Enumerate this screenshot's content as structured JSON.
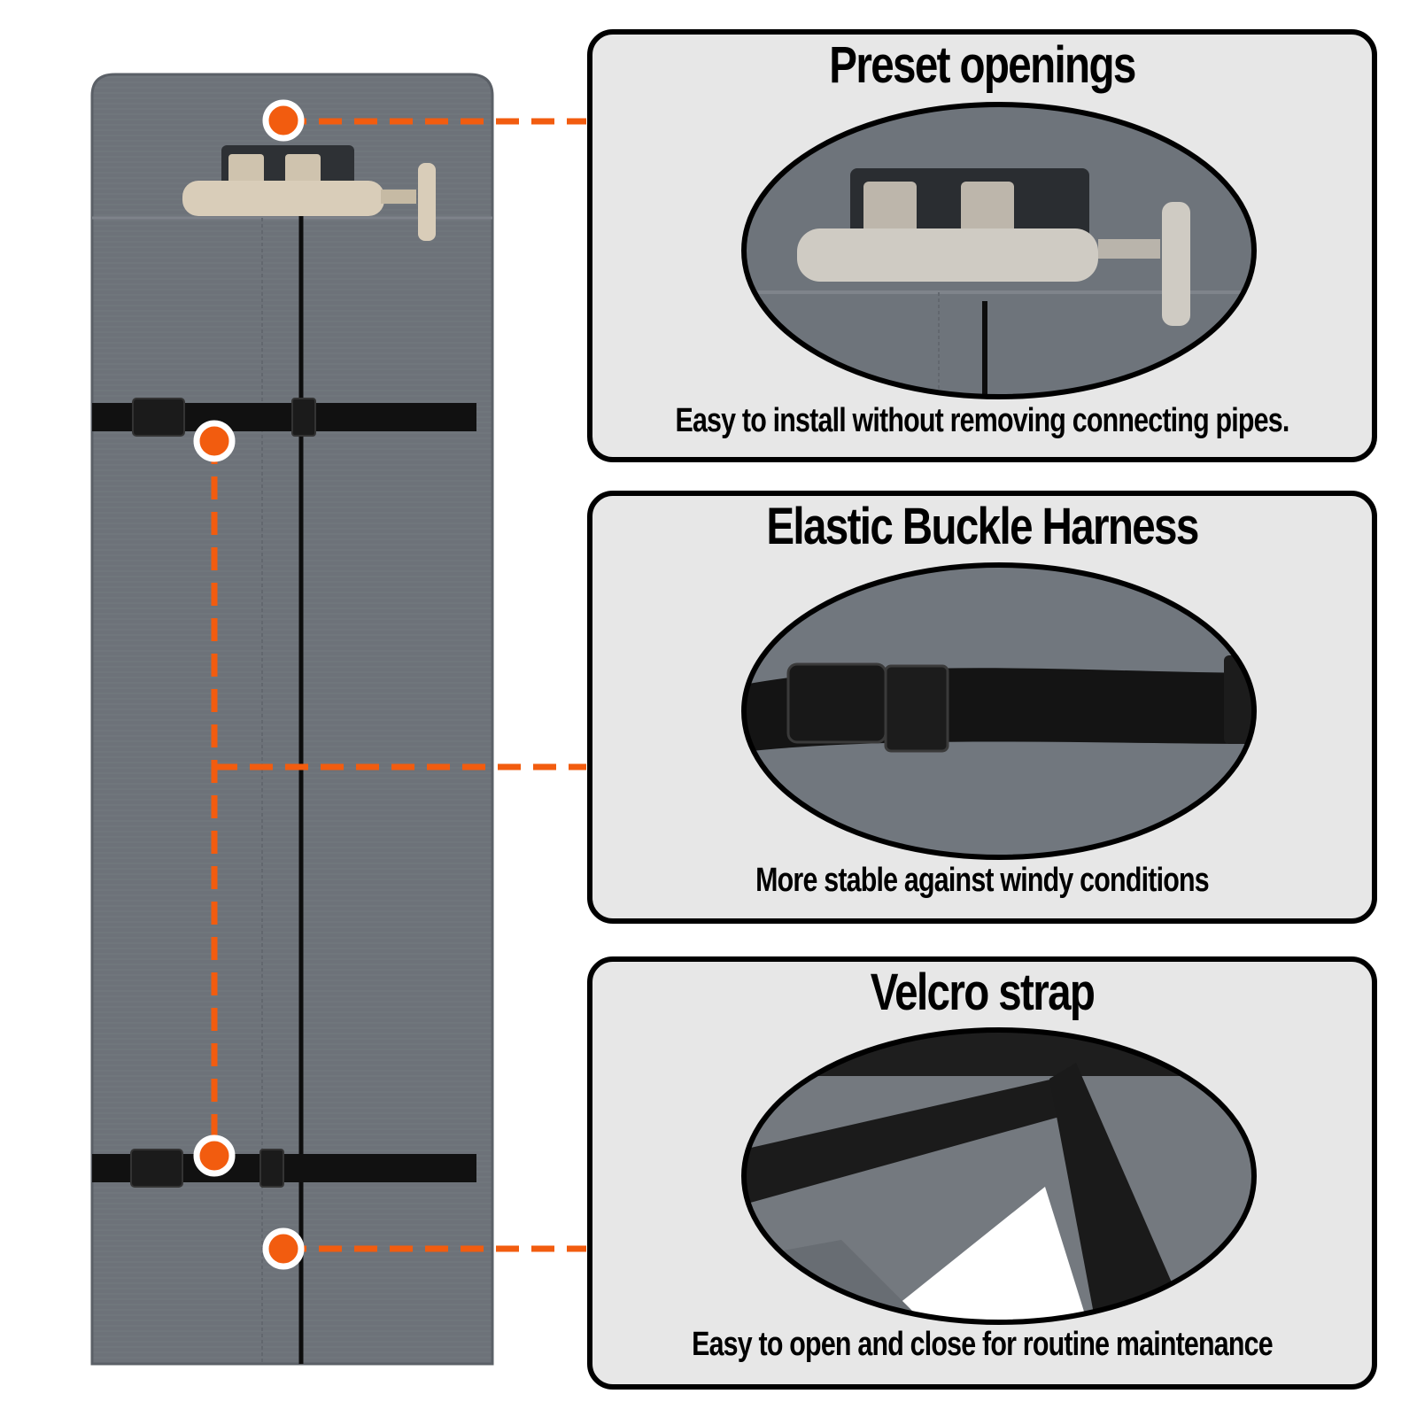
{
  "panels": [
    {
      "title": "Preset openings",
      "caption": "Easy to install without removing connecting pipes."
    },
    {
      "title": "Elastic Buckle Harness",
      "caption": "More stable against windy conditions"
    },
    {
      "title": "Velcro strap",
      "caption": "Easy to open and close for routine maintenance"
    }
  ],
  "colors": {
    "fabric": "#6b7077",
    "fabric_light": "#80858c",
    "strap": "#111111",
    "callout": "#f25c0f",
    "fitting": "#d9cdb9",
    "panel_bg": "#e7e7e7"
  },
  "icons": [
    "plumbing-fitting-icon",
    "buckle-icon",
    "velcro-strap-icon"
  ]
}
